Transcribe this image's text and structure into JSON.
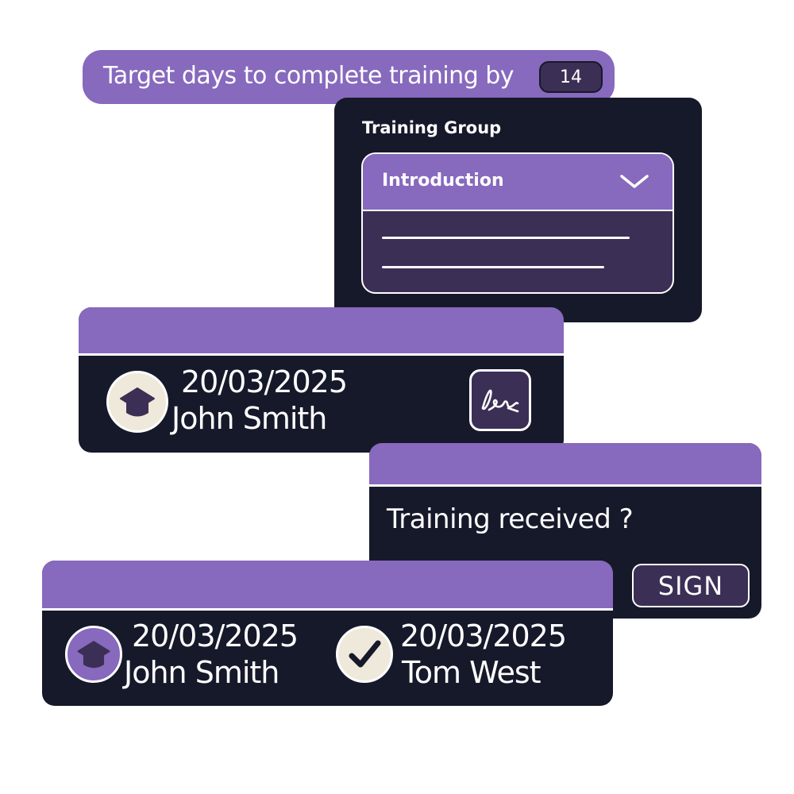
{
  "target": {
    "label": "Target days to complete training by",
    "days": "14"
  },
  "training_group": {
    "title": "Training Group",
    "selected": "Introduction"
  },
  "record1": {
    "date": "20/03/2025",
    "name": "John Smith"
  },
  "confirm": {
    "question": "Training received ?",
    "sign_label": "SIGN"
  },
  "record2": {
    "trainee_date": "20/03/2025",
    "trainee_name": "John Smith",
    "signer_date": "20/03/2025",
    "signer_name": "Tom West"
  },
  "icons": {
    "graduation": "graduation-cap-icon",
    "signature": "signature-icon",
    "check": "checkmark-icon",
    "chevron": "chevron-down-icon"
  },
  "colors": {
    "accent": "#8769bd",
    "dark": "#16192a",
    "deep_purple": "#3c2f55",
    "cream": "#efe9dc"
  }
}
